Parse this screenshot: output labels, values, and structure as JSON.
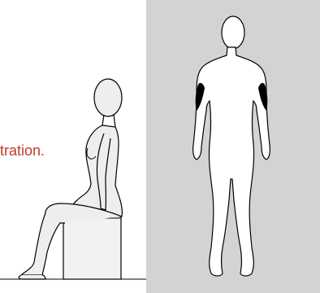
{
  "caption": {
    "text": "tration.",
    "color": "#c0392b"
  },
  "colors": {
    "right_panel_bg": "#d3d3d3",
    "figure_fill_left": "#eeeeee",
    "figure_fill_right": "#ffffff",
    "outline": "#000000",
    "highlight_muscle": "#000000"
  },
  "icons": [
    "seated-woman-figure",
    "standing-body-figure",
    "biceps-highlight-icon"
  ]
}
